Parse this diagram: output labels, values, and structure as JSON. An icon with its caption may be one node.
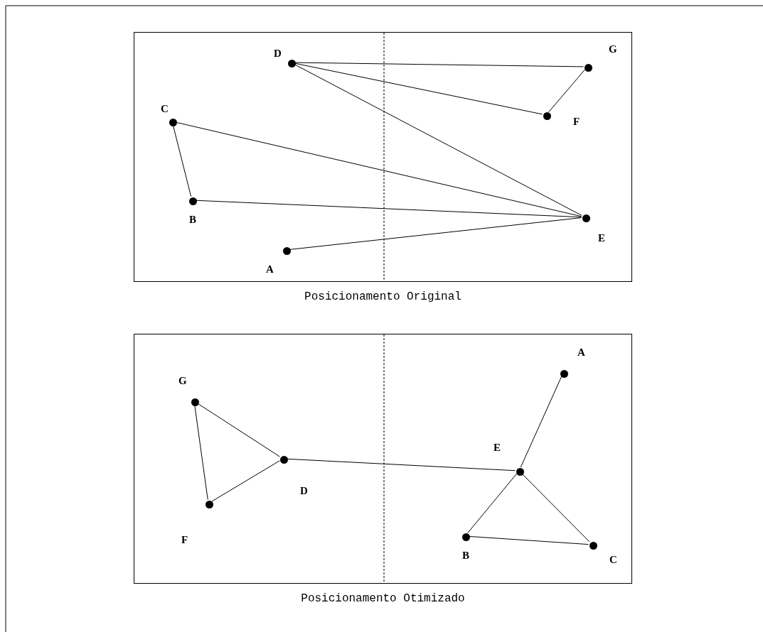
{
  "diagram": {
    "nodes": [
      {
        "text": [
          "Posicionamento Original"
        ]
      },
      {
        "text": [],
        "shape": "circle",
        "beside": [
          "D"
        ],
        "in": 0
      },
      {
        "text": [],
        "shape": "circle",
        "beside": [
          "G"
        ],
        "in": 0
      },
      {
        "text": [],
        "shape": "circle",
        "beside": [
          "F"
        ],
        "in": 0
      },
      {
        "text": [],
        "shape": "circle",
        "beside": [
          "C"
        ],
        "in": 0
      },
      {
        "text": [],
        "shape": "circle",
        "beside": [
          "B"
        ],
        "in": 0
      },
      {
        "text": [],
        "shape": "circle",
        "beside": [
          "E"
        ],
        "in": 0
      },
      {
        "text": [],
        "shape": "circle",
        "beside": [
          "A"
        ],
        "in": 0
      },
      {
        "text": [
          "Posicionamento Otimizado"
        ]
      },
      {
        "text": [],
        "shape": "circle",
        "beside": [
          "A"
        ],
        "in": 8
      },
      {
        "text": [],
        "shape": "circle",
        "beside": [
          "G"
        ],
        "in": 8
      },
      {
        "text": [],
        "shape": "circle",
        "beside": [
          "D"
        ],
        "in": 8
      },
      {
        "text": [],
        "shape": "circle",
        "beside": [
          "E"
        ],
        "in": 8
      },
      {
        "text": [],
        "shape": "circle",
        "beside": [
          "F"
        ],
        "in": 8
      },
      {
        "text": [],
        "shape": "circle",
        "beside": [
          "B"
        ],
        "in": 8
      },
      {
        "text": [],
        "shape": "circle",
        "beside": [
          "C"
        ],
        "in": 8
      }
    ],
    "edges": [
      {
        "from": 1,
        "to": 2,
        "arrow": "none"
      },
      {
        "from": 2,
        "to": 3,
        "arrow": "none"
      },
      {
        "from": 1,
        "to": 3,
        "arrow": "none"
      },
      {
        "from": 1,
        "to": 6,
        "arrow": "none"
      },
      {
        "from": 4,
        "to": 6,
        "arrow": "none"
      },
      {
        "from": 4,
        "to": 5,
        "arrow": "none"
      },
      {
        "from": 5,
        "to": 6,
        "arrow": "none"
      },
      {
        "from": 7,
        "to": 6,
        "arrow": "none"
      },
      {
        "from": 9,
        "to": 12,
        "arrow": "none"
      },
      {
        "from": 10,
        "to": 11,
        "arrow": "none"
      },
      {
        "from": 10,
        "to": 13,
        "arrow": "none"
      },
      {
        "from": 13,
        "to": 11,
        "arrow": "none"
      },
      {
        "from": 11,
        "to": 12,
        "arrow": "none"
      },
      {
        "from": 12,
        "to": 14,
        "arrow": "none"
      },
      {
        "from": 12,
        "to": 15,
        "arrow": "none"
      },
      {
        "from": 14,
        "to": 15,
        "arrow": "none"
      }
    ]
  }
}
